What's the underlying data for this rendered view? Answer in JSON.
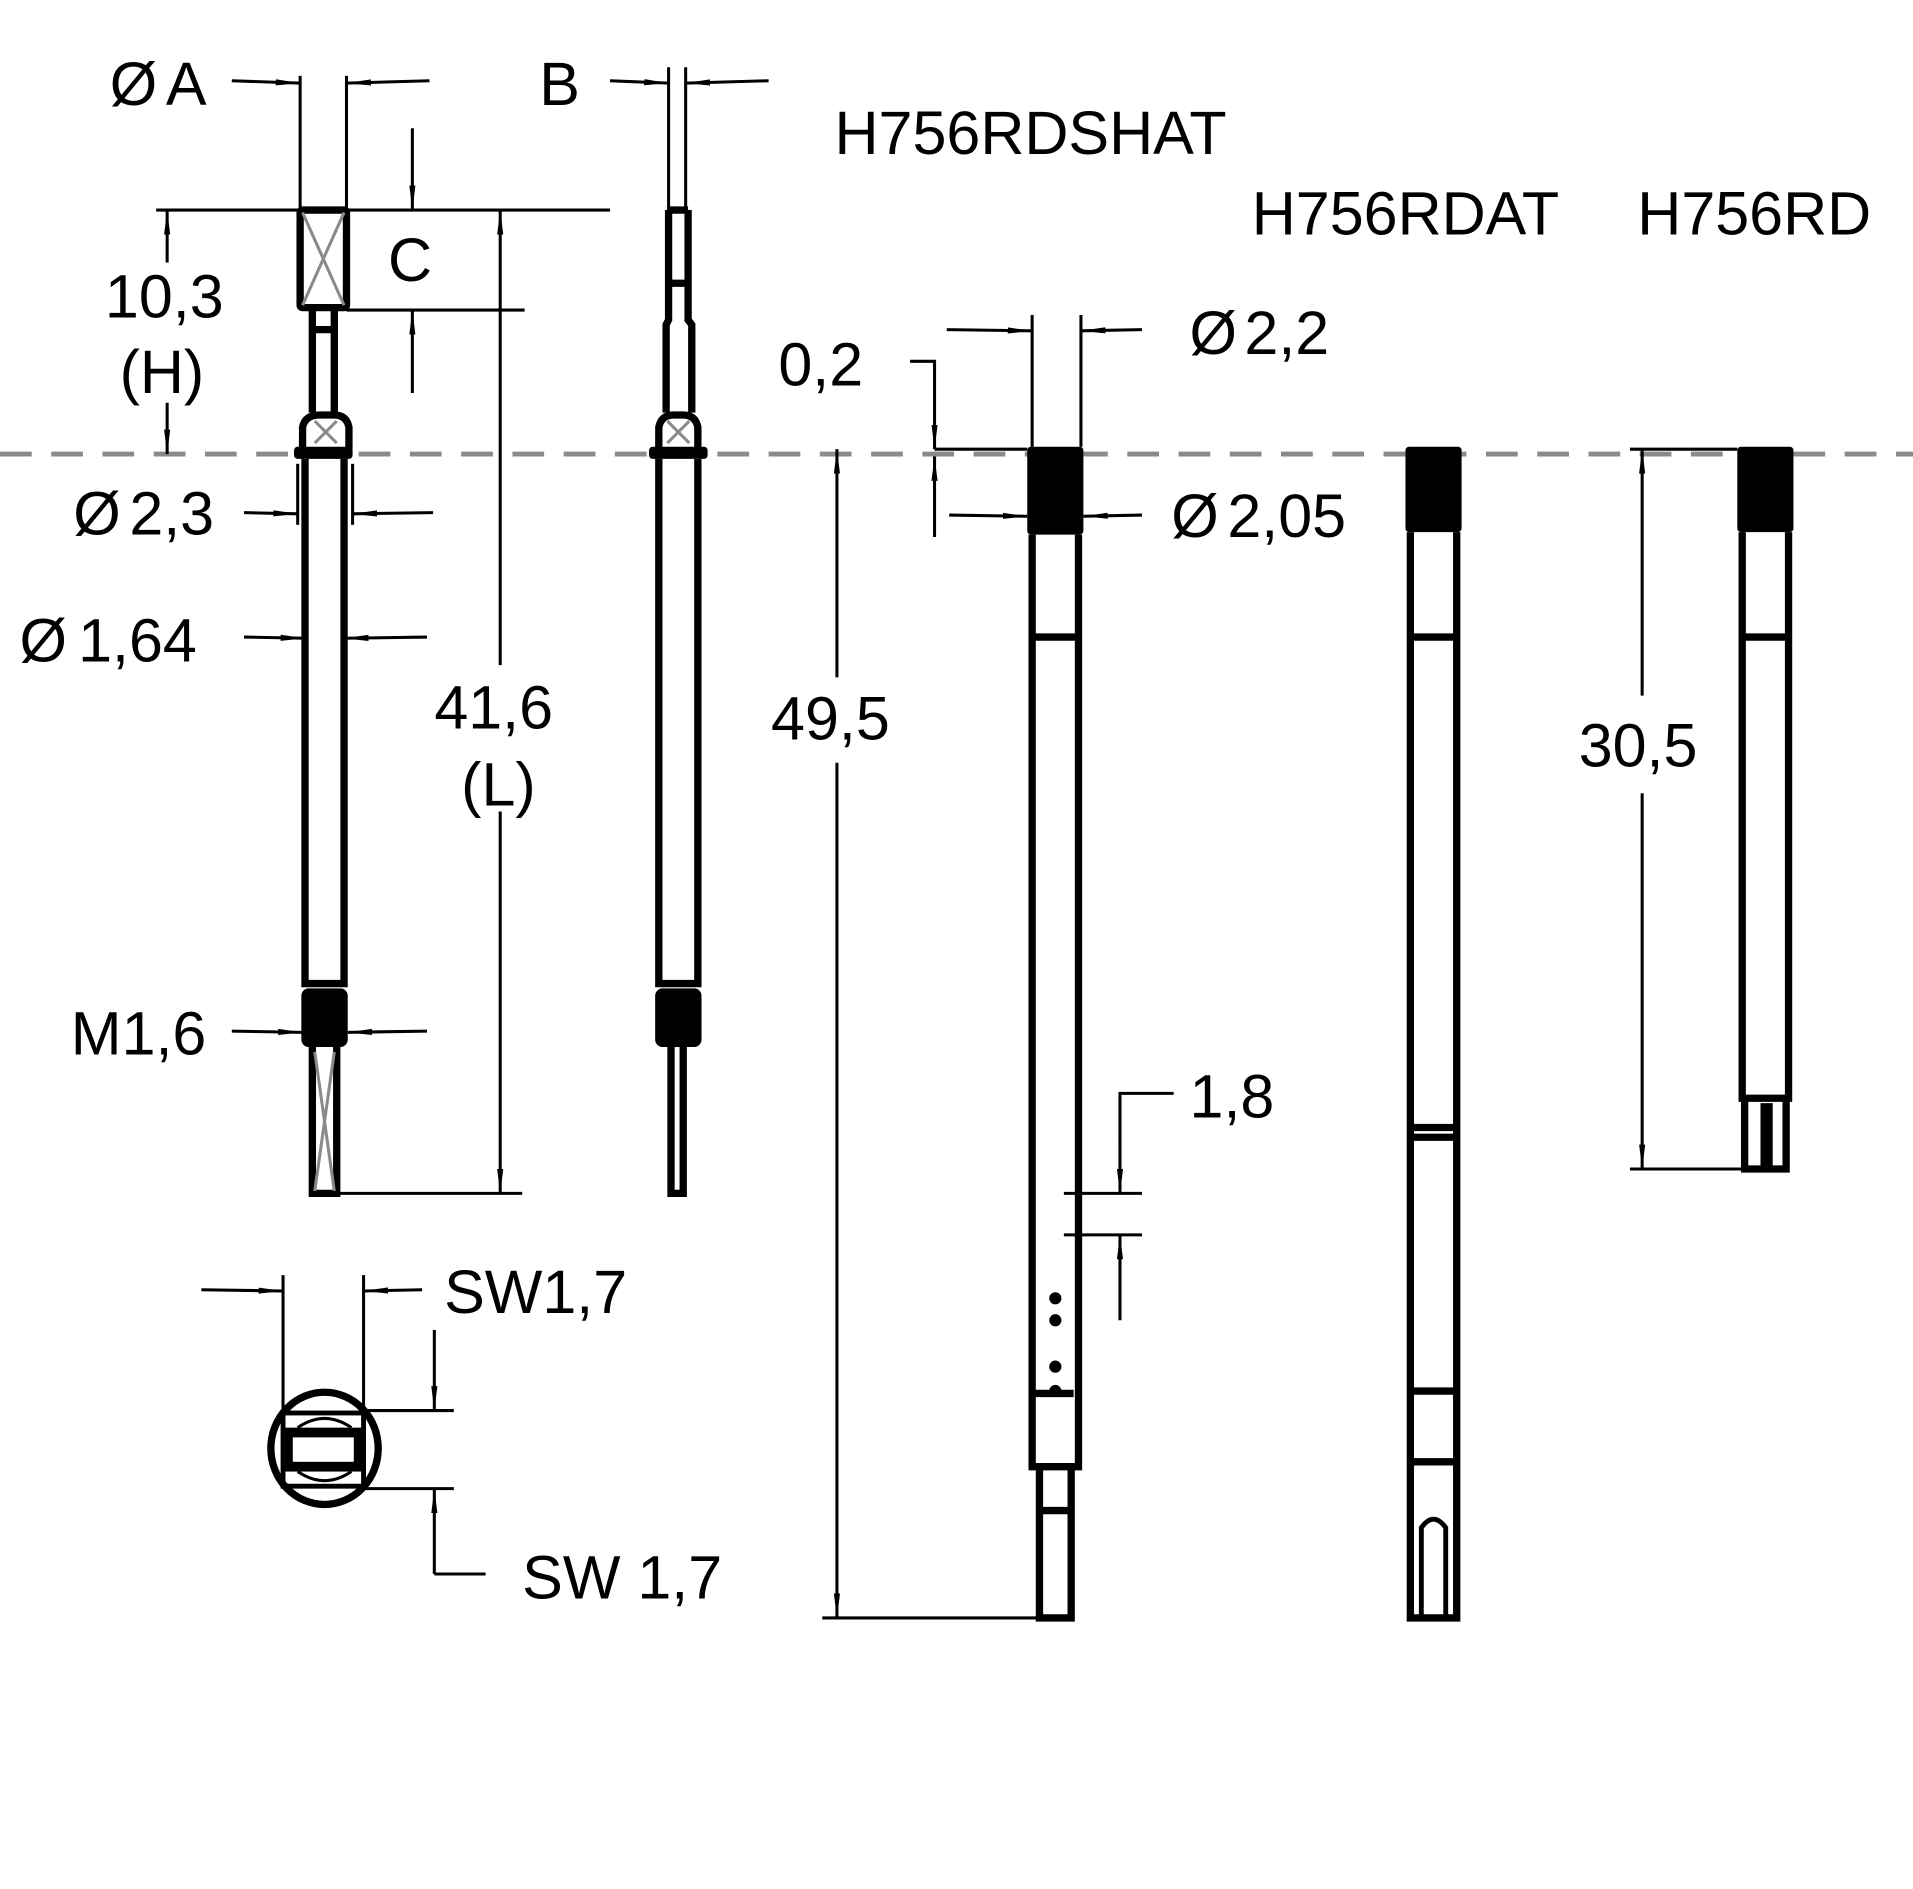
{
  "drawing": {
    "colors": {
      "line": "#000000",
      "reference_line": "#8a8a8a",
      "background": "#ffffff"
    },
    "titles": {
      "h756rdshat": "H756RDSHAT",
      "h756rdat": "H756RDAT",
      "h756rd": "H756RD"
    },
    "left_view": {
      "dia_a": "A",
      "width_b": "B",
      "dim_c": "C",
      "height_value": "10,3",
      "height_label": "(H)",
      "dia_collar": "2,3",
      "dia_shaft": "1,64",
      "thread": "M1,6",
      "length_value": "41,6",
      "length_label": "(L)"
    },
    "end_view": {
      "sw_horizontal": "SW1,7",
      "sw_vertical": "SW 1,7"
    },
    "receptacle": {
      "offset": "0,2",
      "dia_head": "2,2",
      "dia_press": "2,05",
      "length_long": "49,5",
      "pitch": "1,8",
      "length_short": "30,5"
    },
    "symbols": {
      "diameter": "Ø"
    }
  }
}
